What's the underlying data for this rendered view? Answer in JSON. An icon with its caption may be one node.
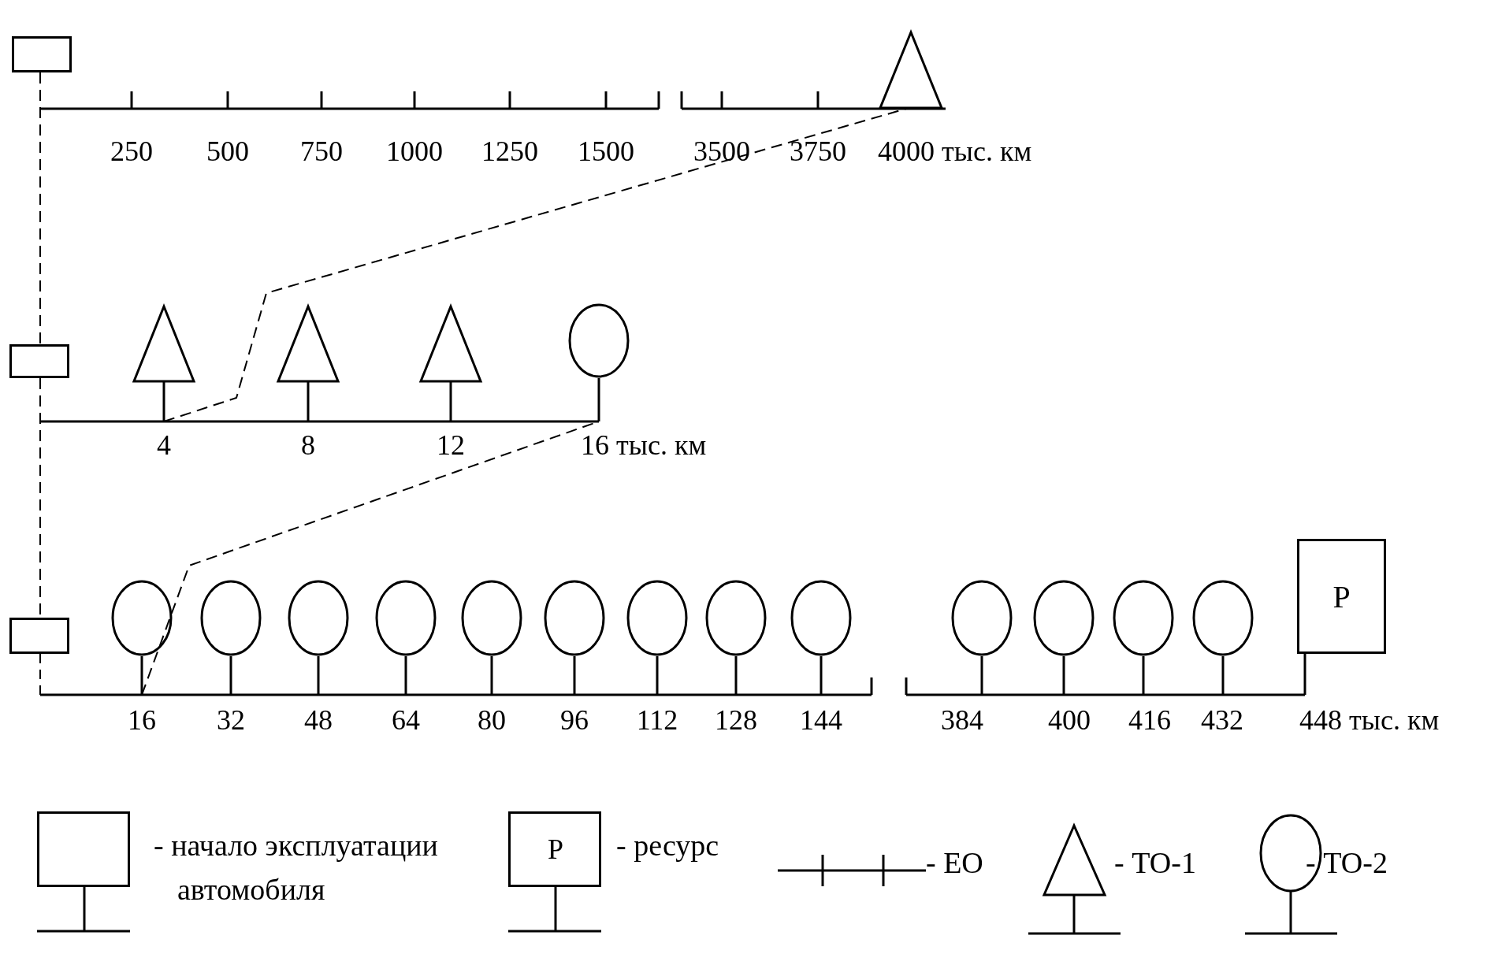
{
  "diagram": {
    "nodes": [
      {
        "text": [],
        "shape": "box"
      },
      {
        "text": [],
        "shape": "box"
      },
      {
        "text": [],
        "shape": "box"
      },
      {
        "text": [],
        "shape": "triangle"
      },
      {
        "text": [],
        "shape": "triangle"
      },
      {
        "text": [],
        "shape": "triangle"
      },
      {
        "text": [],
        "shape": "triangle"
      },
      {
        "text": [],
        "shape": "circle"
      },
      {
        "text": [],
        "shape": "circle"
      },
      {
        "text": [],
        "shape": "circle"
      },
      {
        "text": [],
        "shape": "circle"
      },
      {
        "text": [],
        "shape": "circle"
      },
      {
        "text": [],
        "shape": "circle"
      },
      {
        "text": [],
        "shape": "circle"
      },
      {
        "text": [],
        "shape": "circle"
      },
      {
        "text": [],
        "shape": "circle"
      },
      {
        "text": [],
        "shape": "circle"
      },
      {
        "text": [],
        "shape": "circle"
      },
      {
        "text": [],
        "shape": "circle"
      },
      {
        "text": [],
        "shape": "circle"
      },
      {
        "text": [],
        "shape": "circle"
      },
      {
        "text": [
          "Р"
        ]
      }
    ],
    "edges": [
      {
        "from": 0,
        "to": 1,
        "arrow": "none",
        "style": "dashed"
      },
      {
        "from": 1,
        "to": 2,
        "arrow": "none",
        "style": "dashed"
      },
      {
        "from": 4,
        "to": 3,
        "arrow": "none",
        "style": "dashed"
      },
      {
        "from": 8,
        "to": 7,
        "arrow": "none",
        "style": "dashed"
      }
    ],
    "labels": [
      "250",
      "500",
      "750",
      "1000",
      "1250",
      "1500",
      "3500",
      "3750",
      "4000 тыс. км",
      "4",
      "8",
      "12",
      "16 тыс. км",
      "16",
      "32",
      "48",
      "64",
      "80",
      "96",
      "112",
      "128",
      "144",
      "384",
      "400",
      "416",
      "432",
      "448 тыс. км",
      "Р"
    ],
    "legend": [
      {
        "text": "- начало эксплуатации автомобиля"
      },
      {
        "text": "- ресурс"
      },
      {
        "text": "- ЕО"
      },
      {
        "text": "- ТО-1"
      },
      {
        "text": "- ТО-2"
      }
    ]
  }
}
